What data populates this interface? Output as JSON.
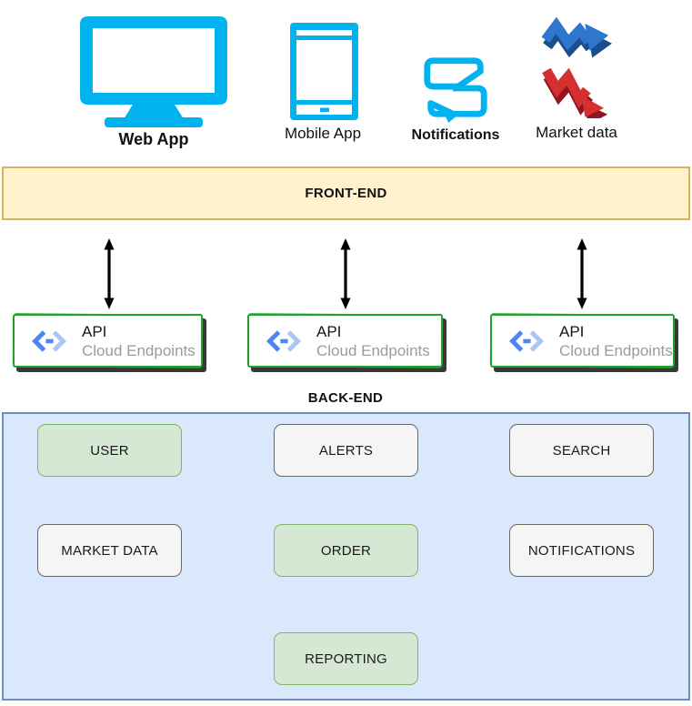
{
  "colors": {
    "cyan": "#00B2EE",
    "banner_fill": "#FFF2CC",
    "banner_border": "#D6B656",
    "backend_fill": "#DAE8FC",
    "backend_border": "#6C8EBF",
    "green_fill": "#D5E8D4",
    "green_border": "#82B366",
    "gray_fill": "#F5F5F5",
    "gray_border": "#666666",
    "sketch_green": "#1FA32C",
    "subtitle_gray": "#9B9B9B",
    "blue_arrow": "#2E77CC",
    "blue_arrow_dark": "#1C4E8C",
    "red_arrow": "#D62F2F",
    "red_arrow_dark": "#8F1520",
    "endpoints_blue": "#4C86F0",
    "endpoints_light_blue": "#AAC6F8"
  },
  "clients": {
    "web_app": {
      "label": "Web App"
    },
    "mobile_app": {
      "label": "Mobile App"
    },
    "notifications": {
      "label": "Notifications"
    },
    "market_data": {
      "label": "Market data"
    }
  },
  "frontend": {
    "label": "FRONT-END"
  },
  "api_endpoints": [
    {
      "title": "API",
      "subtitle": "Cloud Endpoints"
    },
    {
      "title": "API",
      "subtitle": "Cloud Endpoints"
    },
    {
      "title": "API",
      "subtitle": "Cloud Endpoints"
    }
  ],
  "backend": {
    "label": "BACK-END",
    "services": [
      {
        "label": "USER",
        "variant": "green"
      },
      {
        "label": "ALERTS",
        "variant": "gray"
      },
      {
        "label": "SEARCH",
        "variant": "gray"
      },
      {
        "label": "MARKET DATA",
        "variant": "gray"
      },
      {
        "label": "ORDER",
        "variant": "green"
      },
      {
        "label": "NOTIFICATIONS",
        "variant": "gray"
      },
      {
        "label": "REPORTING",
        "variant": "green"
      }
    ]
  }
}
